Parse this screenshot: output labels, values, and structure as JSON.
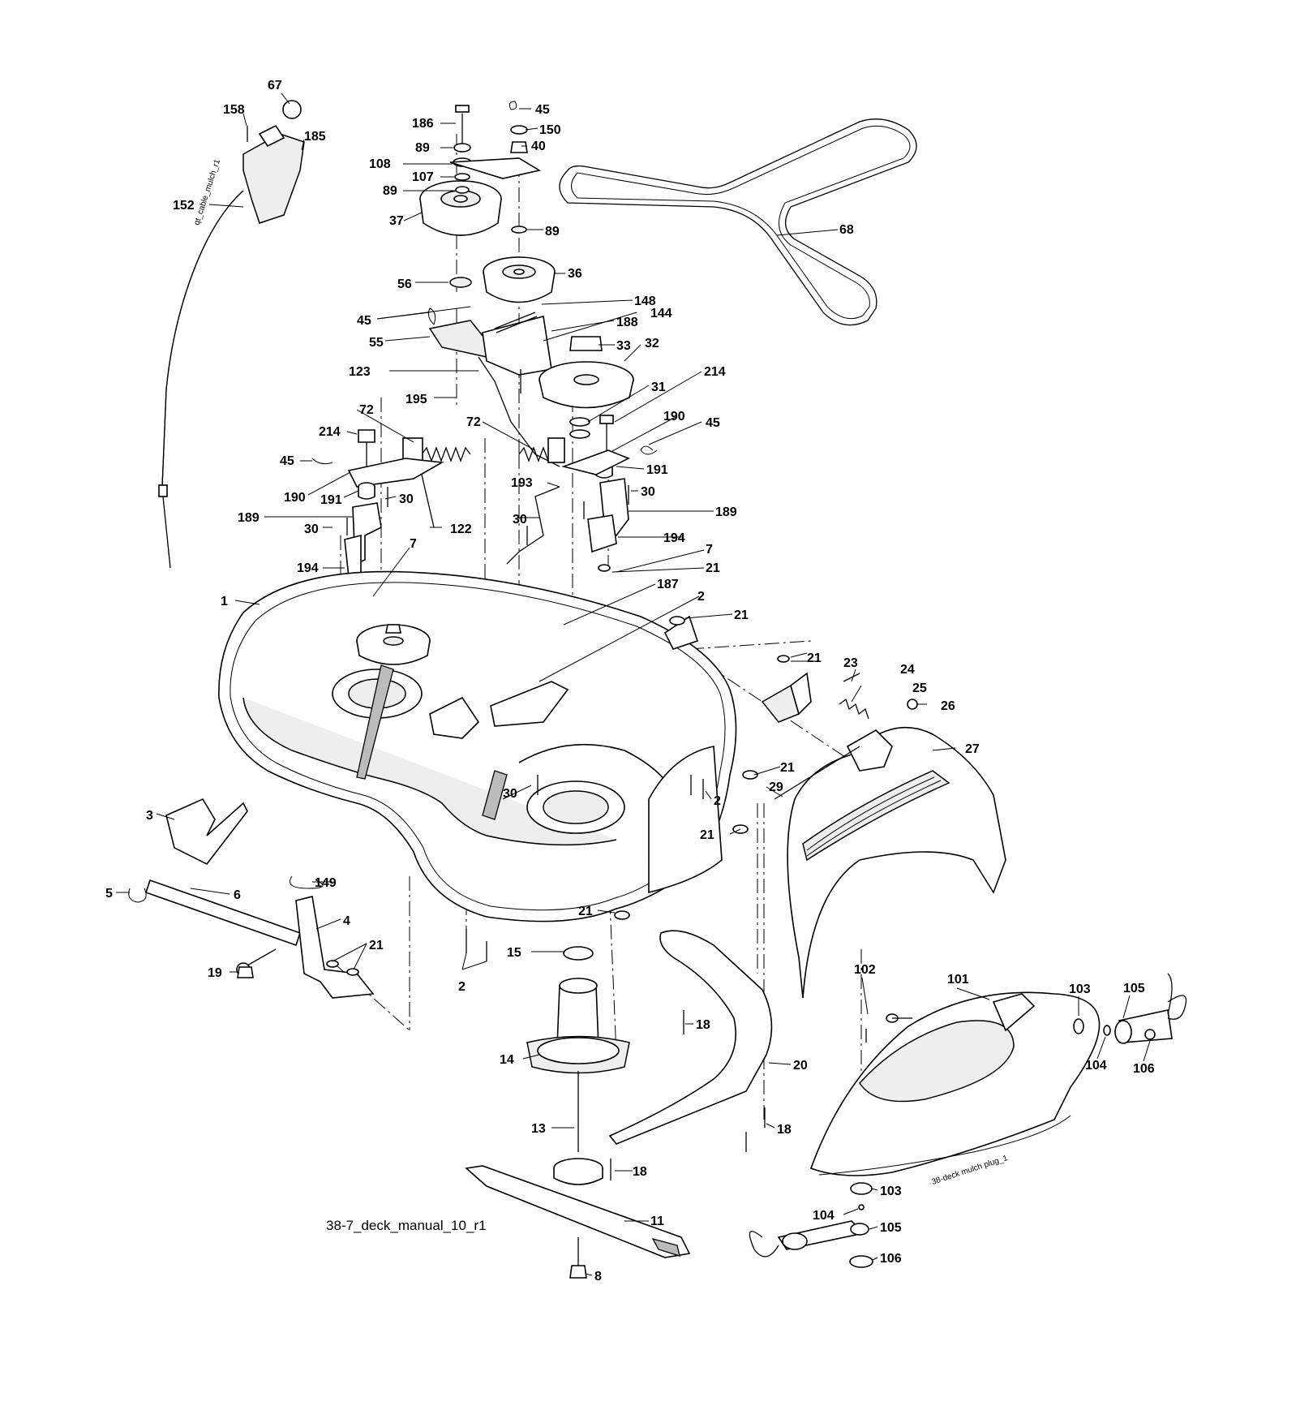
{
  "caption": "38-7_deck_manual_10_r1",
  "small_notes": {
    "cable_tag": "qt_cable_mulch_r1",
    "mulch_plug_tag": "38-deck mulch plug_1"
  },
  "callouts": {
    "c67": "67",
    "c158": "158",
    "c185": "185",
    "c152": "152",
    "c186": "186",
    "c45a": "45",
    "c150": "150",
    "c89a": "89",
    "c40": "40",
    "c108": "108",
    "c107": "107",
    "c89b": "89",
    "c37": "37",
    "c89c": "89",
    "c68": "68",
    "c36": "36",
    "c56": "56",
    "c148": "148",
    "c144": "144",
    "c45b": "45",
    "c188": "188",
    "c55": "55",
    "c33": "33",
    "c32": "32",
    "c123": "123",
    "c214a": "214",
    "c31": "31",
    "c195": "195",
    "c72a": "72",
    "c72b": "72",
    "c190a": "190",
    "c214b": "214",
    "c45c": "45",
    "c45d": "45",
    "c191a": "191",
    "c190b": "190",
    "c191b": "191",
    "c30a": "30",
    "c193": "193",
    "c30b": "30",
    "c189a": "189",
    "c30c": "30",
    "c122": "122",
    "c30d": "30",
    "c189b": "189",
    "c194a": "194",
    "c7a": "7",
    "c194b": "194",
    "c7b": "7",
    "c21a": "21",
    "c1": "1",
    "c187": "187",
    "c2a": "2",
    "c21b": "21",
    "c21c": "21",
    "c23": "23",
    "c24": "24",
    "c25": "25",
    "c26": "26",
    "c27": "27",
    "c21d": "21",
    "c29": "29",
    "c30e": "30",
    "c2b": "2",
    "c21e": "21",
    "c3": "3",
    "c149": "149",
    "c5": "5",
    "c6": "6",
    "c4": "4",
    "c21f": "21",
    "c21g": "21",
    "c19": "19",
    "c15": "15",
    "c2c": "2",
    "c102": "102",
    "c101": "101",
    "c103a": "103",
    "c105a": "105",
    "c18a": "18",
    "c104a": "104",
    "c106a": "106",
    "c14": "14",
    "c20": "20",
    "c13": "13",
    "c18b": "18",
    "c18c": "18",
    "c103b": "103",
    "c11": "11",
    "c104b": "104",
    "c105b": "105",
    "c8": "8",
    "c106b": "106"
  }
}
